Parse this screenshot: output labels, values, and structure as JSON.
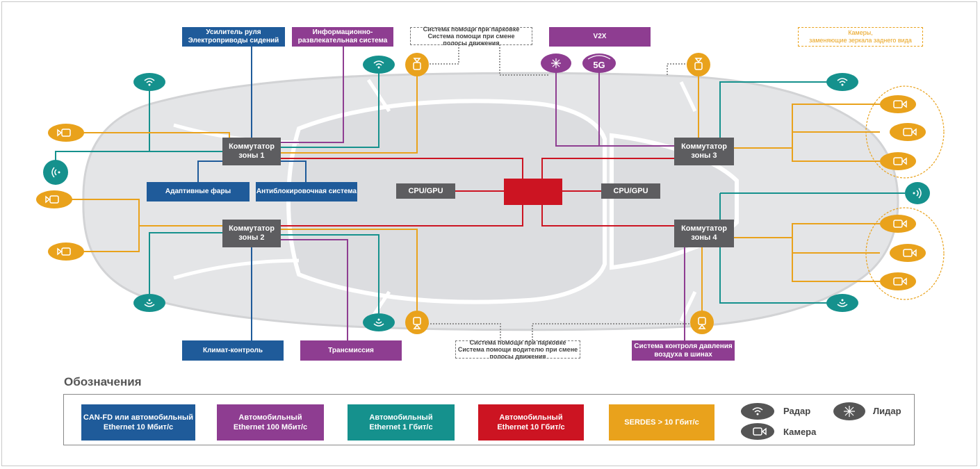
{
  "switches": {
    "zone1": "Коммутатор\nзоны 1",
    "zone2": "Коммутатор\nзоны 2",
    "zone3": "Коммутатор\nзоны 3",
    "zone4": "Коммутатор\nзоны 4"
  },
  "cpu": {
    "left": "CPU/GPU",
    "right": "CPU/GPU"
  },
  "ecus": {
    "steering": "Усилитель руля\nЭлектроприводы сидений",
    "infotainment": "Информационно-\nразвлекательная система",
    "headlights": "Адаптивные фары",
    "abs": "Антиблокировочная система",
    "climate": "Климат-контроль",
    "transmission": "Трансмиссия",
    "v2x": "V2X",
    "tpms": "Система контроля давления\nвоздуха в шинах"
  },
  "notes": {
    "top_left": "Система помощи при парковке\nСистема помощи при смене\nполосы движения",
    "bottom": "Система помощи при парковке\nСистема помощи водителю при смене\nполосы движения",
    "mirrors": "Камеры,\nзаменяющие зеркала заднего вида"
  },
  "badge_5g": "5G",
  "legend": {
    "title": "Обозначения",
    "items": [
      {
        "label": "CAN-FD или автомобильный\nEthernet 10 Мбит/с",
        "color": "#1f5b9a"
      },
      {
        "label": "Автомобильный\nEthernet 100 Мбит/с",
        "color": "#8e3d91"
      },
      {
        "label": "Автомобильный\nEthernet 1 Гбит/с",
        "color": "#15918d"
      },
      {
        "label": "Автомобильный\nEthernet 10 Гбит/с",
        "color": "#cc1422"
      },
      {
        "label": "SERDES > 10 Гбит/с",
        "color": "#e9a21c"
      }
    ],
    "radar": "Радар",
    "camera": "Камера",
    "lidar": "Лидар"
  },
  "icons": {
    "radar": "radar-icon",
    "camera": "camera-icon",
    "lidar": "lidar-icon",
    "ultrasonic": "ultrasonic-sensor-icon"
  },
  "colors": {
    "can": "#1f5b9a",
    "eth100": "#8e3d91",
    "eth1g": "#15918d",
    "eth10g": "#cc1422",
    "serdes": "#e9a21c",
    "switch": "#5d5d60"
  }
}
